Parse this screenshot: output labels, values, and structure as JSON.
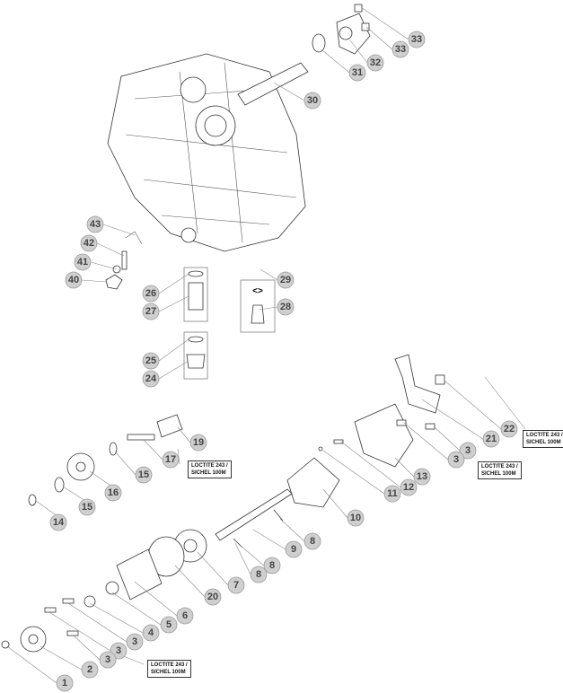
{
  "callouts": [
    "33",
    "33",
    "32",
    "31",
    "30",
    "29",
    "28",
    "43",
    "42",
    "41",
    "40",
    "26",
    "27",
    "25",
    "24",
    "22",
    "21",
    "19",
    "3",
    "3",
    "17",
    "15",
    "13",
    "12",
    "16",
    "11",
    "15",
    "10",
    "14",
    "8",
    "9",
    "8",
    "8",
    "7",
    "20",
    "6",
    "5",
    "4",
    "3",
    "3",
    "3",
    "2",
    "1"
  ],
  "notes": [
    {
      "line1": "LOCTITE 243 /",
      "line2": "SICHEL 100M"
    },
    {
      "line1": "LOCTITE 243 /",
      "line2": "SICHEL 100M"
    },
    {
      "line1": "LOCTITE 243 /",
      "line2": "SICHEL 100M"
    },
    {
      "line1": "LOCTITE 243 /",
      "line2": "SICHEL 100M"
    }
  ],
  "symbols": {
    "arrows": "<>"
  }
}
